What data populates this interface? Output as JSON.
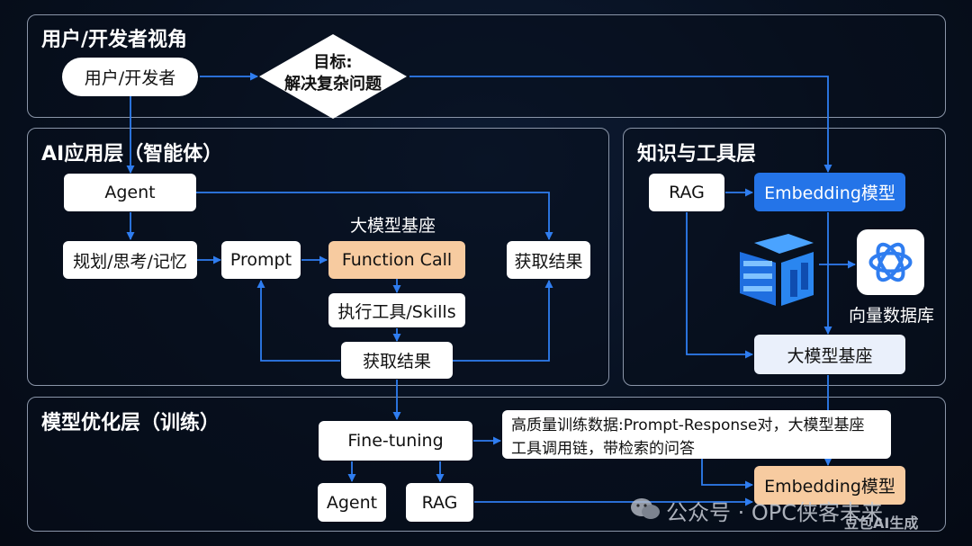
{
  "panels": {
    "user": {
      "title": "用户/开发者视角"
    },
    "app": {
      "title": "AI应用层（智能体）"
    },
    "knowledge": {
      "title": "知识与工具层"
    },
    "optimize": {
      "title": "模型优化层（训练）"
    }
  },
  "user_layer": {
    "user_node": "用户/开发者",
    "goal_line1": "目标:",
    "goal_line2": "解决复杂问题"
  },
  "app_layer": {
    "agent": "Agent",
    "planning": "规划/思考/记忆",
    "prompt": "Prompt",
    "base_model_label": "大模型基座",
    "function_call": "Function Call",
    "get_result_right": "获取结果",
    "exec_tools": "执行工具/Skills",
    "get_result_bottom": "获取结果"
  },
  "knowledge_layer": {
    "rag": "RAG",
    "embedding": "Embedding模型",
    "vector_db": "向量数据库",
    "base_model": "大模型基座"
  },
  "optimize_layer": {
    "fine_tuning": "Fine-tuning",
    "note_line1": "高质量训练数据:Prompt-Response对，大模型基座",
    "note_line2": "工具调用链，带检索的问答",
    "agent": "Agent",
    "rag": "RAG",
    "embedding": "Embedding模型"
  },
  "watermark": {
    "text": "公众号 · OPC侠客未来",
    "brand": "豆包AI生成"
  },
  "colors": {
    "line": "#2f7df0",
    "peach": "#f7cba0",
    "blue": "#2474e8"
  }
}
